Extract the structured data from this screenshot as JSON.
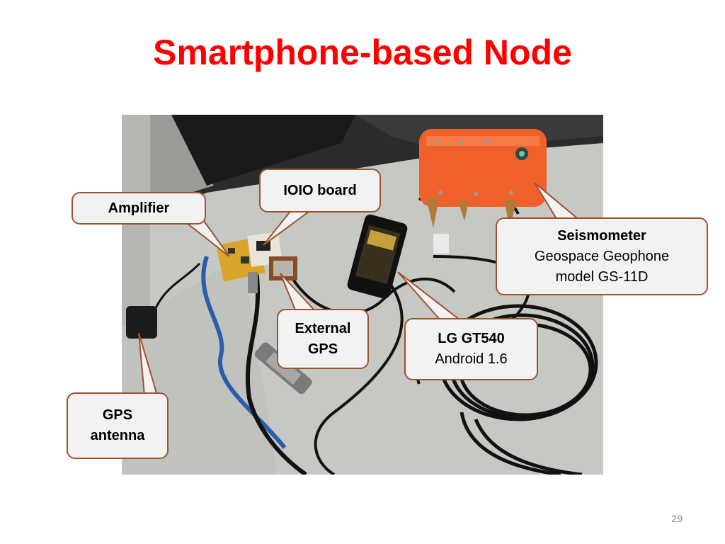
{
  "slide": {
    "title": "Smartphone-based Node",
    "number": "29"
  },
  "callouts": {
    "amplifier": {
      "label": "Amplifier"
    },
    "ioio": {
      "label": "IOIO board"
    },
    "seismometer": {
      "title": "Seismometer",
      "line1": "Geospace Geophone",
      "line2": "model GS-11D"
    },
    "external_gps": {
      "line1": "External",
      "line2": "GPS"
    },
    "phone": {
      "title": "LG GT540",
      "line1": "Android 1.6"
    },
    "gps_antenna": {
      "line1": "GPS",
      "line2": "antenna"
    }
  },
  "colors": {
    "title": "#ff0000",
    "callout_fill": "#f2f2f2",
    "callout_border": "#a0522d",
    "seismometer_body": "#f0602a",
    "desk": "#c8cbc6"
  }
}
